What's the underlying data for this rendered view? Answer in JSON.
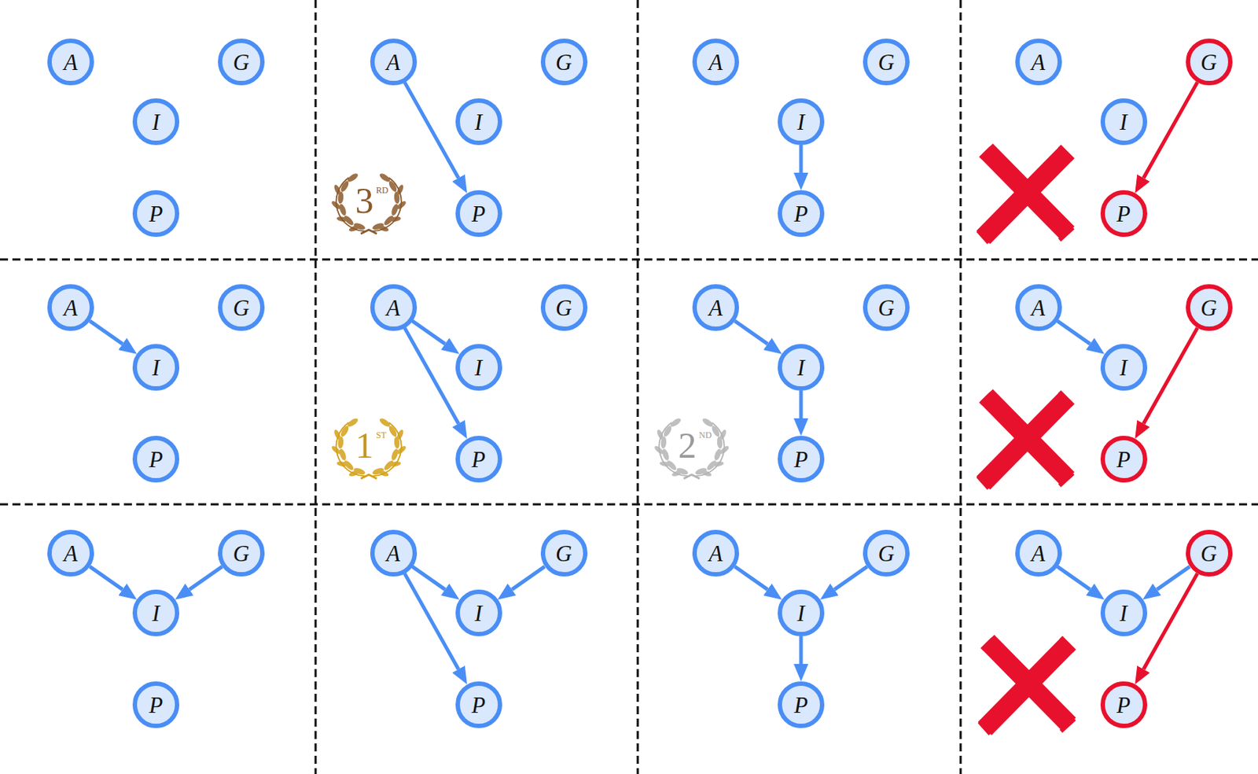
{
  "diagram": {
    "nodes": [
      {
        "text": [
          "A"
        ]
      },
      {
        "text": [
          "G"
        ]
      },
      {
        "text": [
          "I"
        ]
      },
      {
        "text": [
          "P"
        ]
      },
      {
        "text": [
          "A"
        ]
      },
      {
        "text": [
          "G"
        ]
      },
      {
        "text": [
          "I"
        ]
      },
      {
        "text": [
          "P"
        ]
      },
      {
        "text": [
          "A"
        ]
      },
      {
        "text": [
          "G"
        ]
      },
      {
        "text": [
          "I"
        ]
      },
      {
        "text": [
          "P"
        ]
      },
      {
        "text": [
          "A"
        ]
      },
      {
        "text": [
          "G"
        ]
      },
      {
        "text": [
          "I"
        ]
      },
      {
        "text": [
          "P"
        ]
      },
      {
        "text": [
          "A"
        ]
      },
      {
        "text": [
          "G"
        ]
      },
      {
        "text": [
          "I"
        ]
      },
      {
        "text": [
          "P"
        ]
      },
      {
        "text": [
          "A"
        ]
      },
      {
        "text": [
          "G"
        ]
      },
      {
        "text": [
          "I"
        ]
      },
      {
        "text": [
          "P"
        ]
      },
      {
        "text": [
          "A"
        ]
      },
      {
        "text": [
          "G"
        ]
      },
      {
        "text": [
          "I"
        ]
      },
      {
        "text": [
          "P"
        ]
      },
      {
        "text": [
          "A"
        ]
      },
      {
        "text": [
          "G"
        ]
      },
      {
        "text": [
          "I"
        ]
      },
      {
        "text": [
          "P"
        ]
      },
      {
        "text": [
          "A"
        ]
      },
      {
        "text": [
          "G"
        ]
      },
      {
        "text": [
          "I"
        ]
      },
      {
        "text": [
          "P"
        ]
      },
      {
        "text": [
          "A"
        ]
      },
      {
        "text": [
          "G"
        ]
      },
      {
        "text": [
          "I"
        ]
      },
      {
        "text": [
          "P"
        ]
      },
      {
        "text": [
          "A"
        ]
      },
      {
        "text": [
          "G"
        ]
      },
      {
        "text": [
          "I"
        ]
      },
      {
        "text": [
          "P"
        ]
      },
      {
        "text": [
          "A"
        ]
      },
      {
        "text": [
          "G"
        ]
      },
      {
        "text": [
          "I"
        ]
      },
      {
        "text": [
          "P"
        ]
      }
    ],
    "edges": [
      {
        "from": 4,
        "to": 7,
        "arrow": "to"
      },
      {
        "from": 10,
        "to": 11,
        "arrow": "to"
      },
      {
        "from": 13,
        "to": 15,
        "arrow": "to"
      },
      {
        "from": 16,
        "to": 18,
        "arrow": "to"
      },
      {
        "from": 20,
        "to": 22,
        "arrow": "to"
      },
      {
        "from": 20,
        "to": 23,
        "arrow": "to"
      },
      {
        "from": 24,
        "to": 26,
        "arrow": "to"
      },
      {
        "from": 26,
        "to": 27,
        "arrow": "to"
      },
      {
        "from": 28,
        "to": 30,
        "arrow": "to"
      },
      {
        "from": 29,
        "to": 31,
        "arrow": "to"
      },
      {
        "from": 32,
        "to": 34,
        "arrow": "to"
      },
      {
        "from": 33,
        "to": 34,
        "arrow": "to"
      },
      {
        "from": 36,
        "to": 38,
        "arrow": "to"
      },
      {
        "from": 37,
        "to": 38,
        "arrow": "to"
      },
      {
        "from": 36,
        "to": 39,
        "arrow": "to"
      },
      {
        "from": 40,
        "to": 42,
        "arrow": "to"
      },
      {
        "from": 41,
        "to": 42,
        "arrow": "to"
      },
      {
        "from": 42,
        "to": 43,
        "arrow": "to"
      },
      {
        "from": 44,
        "to": 46,
        "arrow": "to"
      },
      {
        "from": 45,
        "to": 46,
        "arrow": "to"
      },
      {
        "from": 45,
        "to": 47,
        "arrow": "to"
      }
    ],
    "labels": [
      "3",
      "RD",
      "1",
      "ST",
      "2",
      "ND"
    ]
  }
}
